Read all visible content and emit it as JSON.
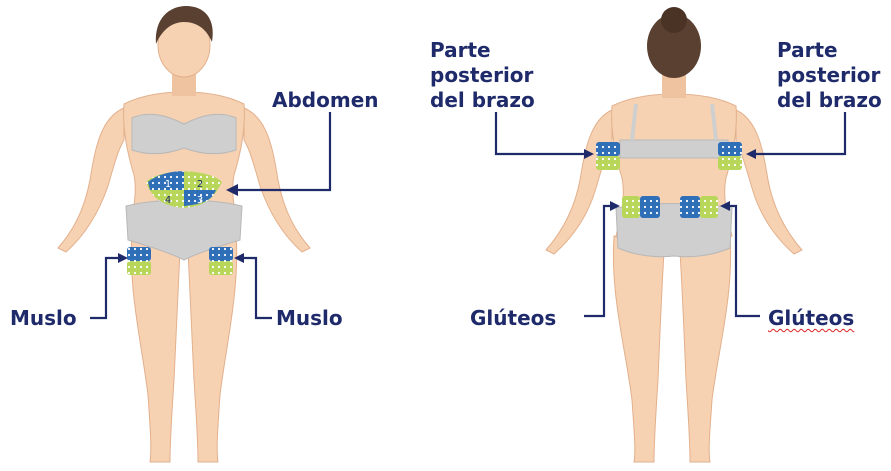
{
  "labels": {
    "abdomen": "Abdomen",
    "thigh_left": "Muslo",
    "thigh_right": "Muslo",
    "upper_arm_left": "Parte posterior del brazo",
    "upper_arm_right": "Parte posterior del brazo",
    "buttocks_left": "Glúteos",
    "buttocks_right": "Glúteos"
  },
  "abdomen_zone_numbers": [
    "1",
    "2",
    "3",
    "4"
  ],
  "colors": {
    "label_text": "#1f2a6b",
    "pointer_line": "#1f2a6b",
    "skin": "#f6d2b3",
    "skin_shadow": "#e9b38f",
    "underwear": "#c9c9c9",
    "hair": "#5a4030",
    "zone_blue": "#2f6fb7",
    "zone_green": "#b8d65a",
    "spellcheck_underline": "#dd2222"
  }
}
